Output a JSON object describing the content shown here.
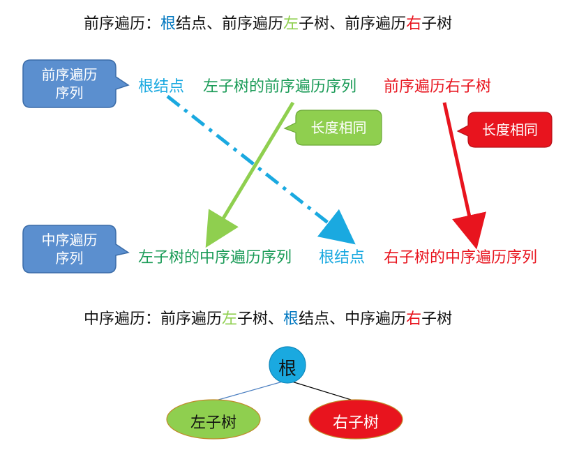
{
  "colors": {
    "blue": "#0077c0",
    "cyan": "#1aa9e0",
    "green": "#1a9b57",
    "lightgreen": "#8fcf4f",
    "red": "#e8141e",
    "calloutBlue": "#5b8fcf"
  },
  "preorder_line": {
    "prefix": "前序遍历：",
    "root": "根",
    "p2": "结点、前序遍历",
    "left": "左",
    "p3": "子树、前序遍历",
    "right": "右",
    "p4": "子树"
  },
  "callout_preorder": {
    "line1": "前序遍历",
    "line2": "序列"
  },
  "callout_inorder": {
    "line1": "中序遍历",
    "line2": "序列"
  },
  "callout_len_green": "长度相同",
  "callout_len_red": "长度相同",
  "row1": {
    "root": "根结点",
    "left": "左子树的前序遍历序列",
    "right": "前序遍历右子树"
  },
  "row2": {
    "left": "左子树的中序遍历序列",
    "root": "根结点",
    "right": "右子树的中序遍历序列"
  },
  "inorder_line": {
    "prefix": "中序遍历：前序遍历",
    "left": "左",
    "p2": "子树、",
    "root": "根",
    "p3": "结点、中序遍历",
    "right": "右",
    "p4": "子树"
  },
  "tree": {
    "root": "根",
    "left": "左子树",
    "right": "右子树"
  }
}
